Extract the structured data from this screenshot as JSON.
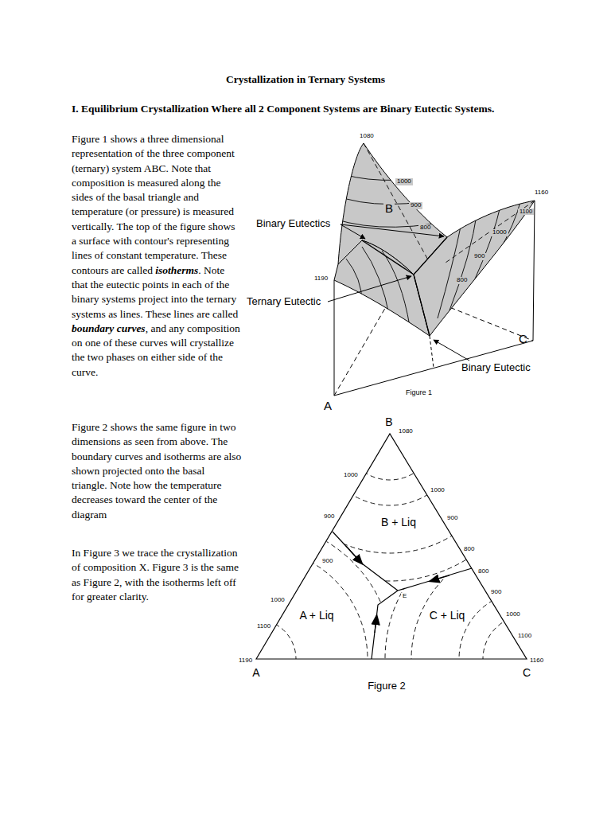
{
  "diagram": {
    "title": "Crystallization in Ternary Systems",
    "labels": [
      "I. Equilibrium Crystallization Where all 2 Component Systems are Binary Eutectic Systems.",
      "Figure 1 shows a three dimensional representation of the three component (ternary) system ABC. Note that composition is measured along the sides of the basal triangle and temperature (or pressure) is measured vertically. The top of the figure shows a surface with contour's representing lines of constant temperature. These contours are called ",
      "isotherms",
      ". Note that the eutectic points in each of the binary systems project into the ternary systems as lines. These lines are called ",
      "boundary curves",
      ", and any composition on one of these curves will crystallize the two phases on either side of the curve.",
      "Figure 2 shows the same figure in two dimensions as seen from above. The boundary curves and isotherms are also shown projected onto the basal triangle. Note how the temperature decreases toward the center of the diagram",
      "In Figure 3 we trace the crystallization of composition X. Figure 3 is the same as Figure 2, with the isotherms left off for greater clarity.",
      "1080",
      "1160",
      "1190",
      "B",
      "C",
      "A",
      "Binary Eutectics",
      "Ternary Eutectic",
      "Binary Eutectic",
      "Figure 1",
      "1000",
      "900",
      "800",
      "1100",
      "1000",
      "900",
      "800",
      "B",
      "1080",
      "1000",
      "1000",
      "900",
      "B + Liq",
      "900",
      "900",
      "800",
      "800",
      "E",
      "900",
      "1000",
      "A + Liq",
      "C + Liq",
      "1000",
      "1100",
      "1100",
      "1190",
      "1160",
      "A",
      "C",
      "Figure 2"
    ]
  }
}
